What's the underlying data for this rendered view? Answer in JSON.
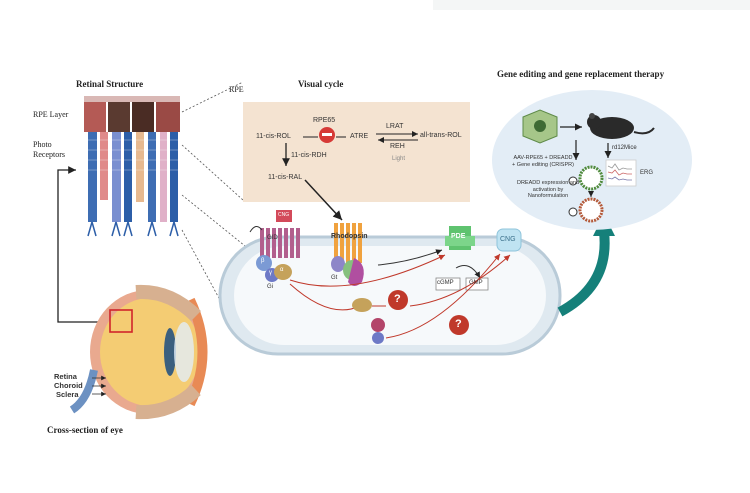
{
  "sections": {
    "retinal_structure": "Retinal Structure",
    "visual_cycle": "Visual cycle",
    "gene_editing": "Gene editing and gene replacement therapy",
    "cross_section": "Cross-section of eye"
  },
  "retina_labels": {
    "rpe_layer": "RPE Layer",
    "photo_receptors": "Photo Receptors",
    "rpe": "RPE"
  },
  "eye_labels": {
    "retina": "Retina",
    "choroid": "Choroid",
    "sclera": "Sclera"
  },
  "visual_cycle_box": {
    "rpe65": "RPE65",
    "eleven_cis_rol": "11-cis-ROL",
    "atre": "ATRE",
    "lrat": "LRAT",
    "all_trans_rol": "all-trans-ROL",
    "reh": "REH",
    "eleven_cis_rdh": "11-cis-RDH",
    "light": "Light",
    "eleven_cis_ral": "11-cis-RAL"
  },
  "cell_labels": {
    "cng_small": "CNG",
    "gid": "GID",
    "rhodopsin": "Rhodopsin",
    "pde": "PDE",
    "cng": "CNG",
    "gi": "Gi",
    "gt": "Gt",
    "cgmp": "cGMP",
    "gmp": "GMP",
    "alpha": "α",
    "beta": "β",
    "gamma": "γ",
    "question": "?"
  },
  "therapy_labels": {
    "vector": "AAV-RPE65 + DREADD + Gene editing (CRISPR)",
    "dreadd": "DREADD expression and activation by Nanoformulation",
    "mice": "rd12Mice",
    "erg": "ERG"
  }
}
